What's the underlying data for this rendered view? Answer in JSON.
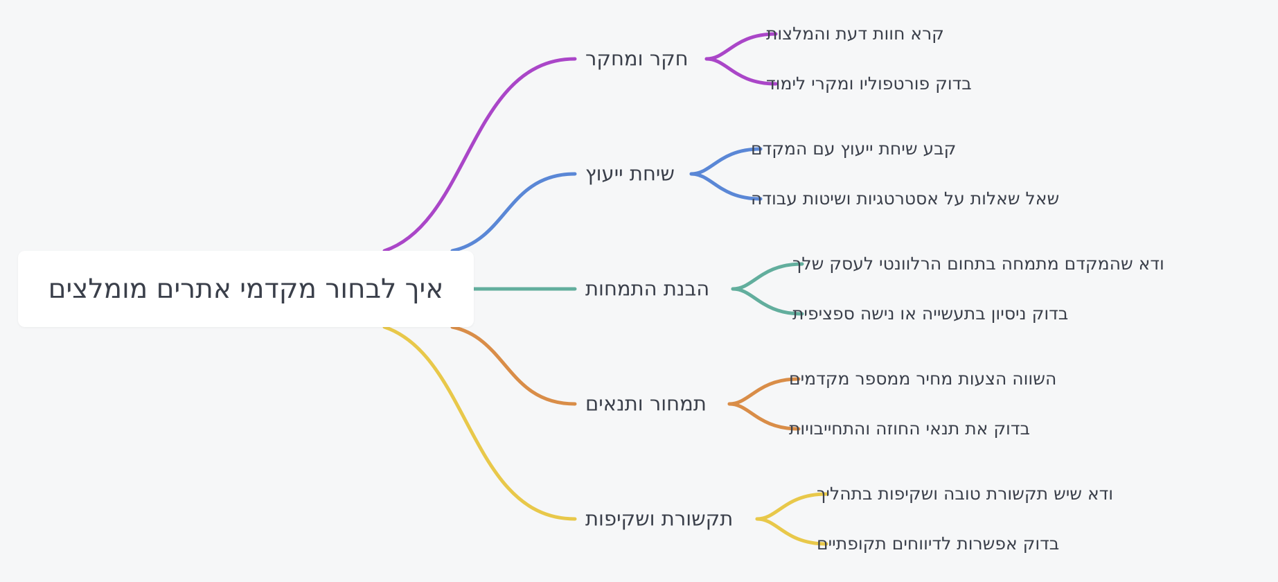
{
  "mindmap": {
    "root": {
      "label": "איך לבחור מקדמי אתרים מומלצים"
    },
    "branches": [
      {
        "label": "חקר ומחקר",
        "color": "#aa46c8",
        "children": [
          {
            "label": "קרא חוות דעת והמלצות"
          },
          {
            "label": "בדוק פורטפוליו ומקרי לימוד"
          }
        ]
      },
      {
        "label": "שיחת ייעוץ",
        "color": "#5a87d6",
        "children": [
          {
            "label": "קבע שיחת ייעוץ עם המקדם"
          },
          {
            "label": "שאל שאלות על אסטרטגיות ושיטות עבודה"
          }
        ]
      },
      {
        "label": "הבנת התמחות",
        "color": "#62ae9d",
        "children": [
          {
            "label": "ודא שהמקדם מתמחה בתחום הרלוונטי לעסק שלך"
          },
          {
            "label": "בדוק ניסיון בתעשייה או נישה ספציפית"
          }
        ]
      },
      {
        "label": "תמחור ותנאים",
        "color": "#d98d48",
        "children": [
          {
            "label": "השווה הצעות מחיר ממספר מקדמים"
          },
          {
            "label": "בדוק את תנאי החוזה והתחייבויות"
          }
        ]
      },
      {
        "label": "תקשורת ושקיפות",
        "color": "#e8c84a",
        "children": [
          {
            "label": "ודא שיש תקשורת טובה ושקיפות בתהליך"
          },
          {
            "label": "בדוק אפשרות לדיווחים תקופתיים"
          }
        ]
      }
    ]
  }
}
